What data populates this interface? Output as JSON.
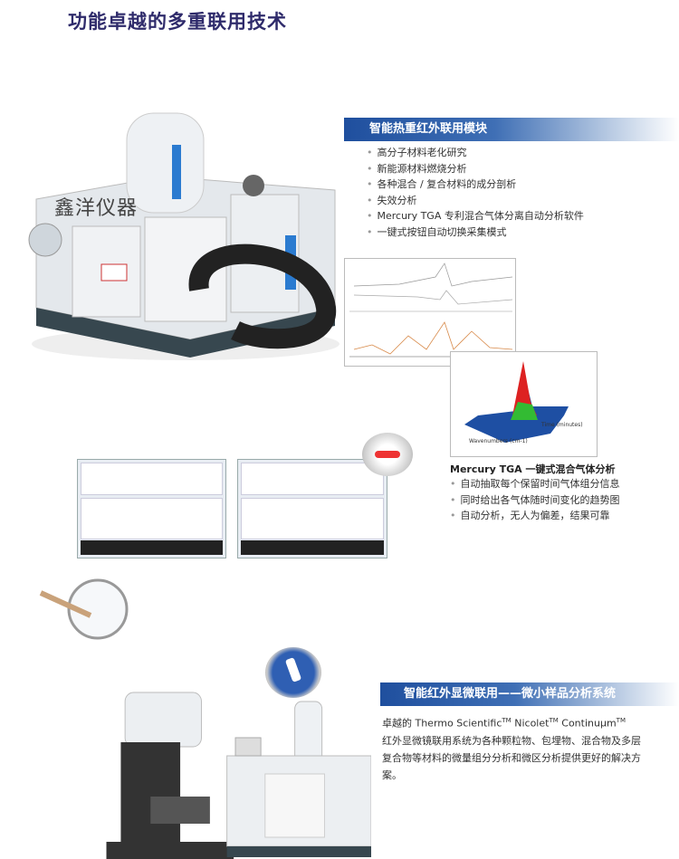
{
  "title": "功能卓越的多重联用技术",
  "watermark": "鑫洋仪器",
  "section1": {
    "header": "智能热重红外联用模块",
    "bullets": [
      "高分子材料老化研究",
      "新能源材料燃烧分析",
      "各种混合 / 复合材料的成分剖析",
      "失效分析",
      "Mercury TGA 专利混合气体分离自动分析软件",
      "一键式按钮自动切换采集模式"
    ]
  },
  "plot3d": {
    "xlabel": "Wavenumbers (cm-1)",
    "ylabel": "Time (minutes)"
  },
  "section2": {
    "header": "Mercury  TGA 一键式混合气体分析",
    "bullets": [
      "自动抽取每个保留时间气体组分信息",
      "同时给出各气体随时间变化的趋势图",
      "自动分析，无人为偏差，结果可靠"
    ]
  },
  "section3": {
    "header": "智能红外显微联用——微小样品分析系统",
    "para_pre": "卓越的 Thermo Scientific",
    "tm": "TM",
    "nicolet": " Nicolet",
    "continuum": " Continuμm",
    "para_post": "红外显微镜联用系统为各种颗粒物、包埋物、混合物及多层复合物等材料的微量组分分析和微区分析提供更好的解决方案。"
  },
  "colors": {
    "title": "#2f2b6b",
    "bar": "#1f4f9e"
  }
}
